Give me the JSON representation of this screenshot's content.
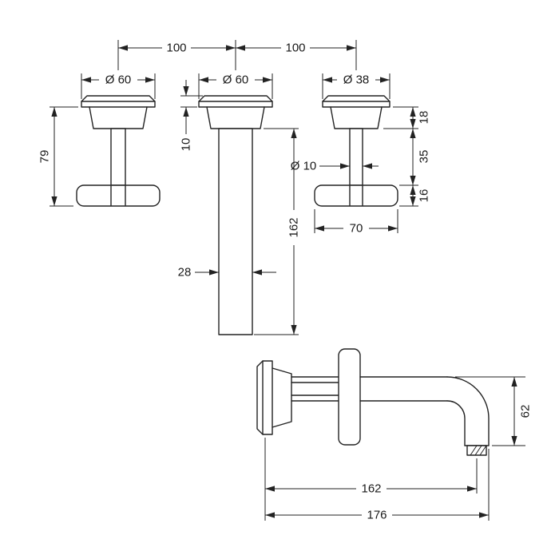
{
  "drawing": {
    "title": "wall-mounted-3-hole-basin-mixer-dimension-drawing",
    "dims": {
      "spacing_left": "100",
      "spacing_right": "100",
      "left_escutcheon_dia": "Ø 60",
      "center_escutcheon_dia": "Ø 60",
      "right_escutcheon_dia": "Ø 38",
      "left_handle_height": "79",
      "escutcheon_depth": "10",
      "mount_tube_length": "162",
      "mount_tube_width": "28",
      "stem_dia": "Ø 10",
      "right_depth_top": "18",
      "right_depth_mid": "35",
      "right_depth_bottom": "16",
      "handle_width": "70",
      "spout_drop": "62",
      "spout_reach": "162",
      "spout_reach_total": "176"
    }
  }
}
